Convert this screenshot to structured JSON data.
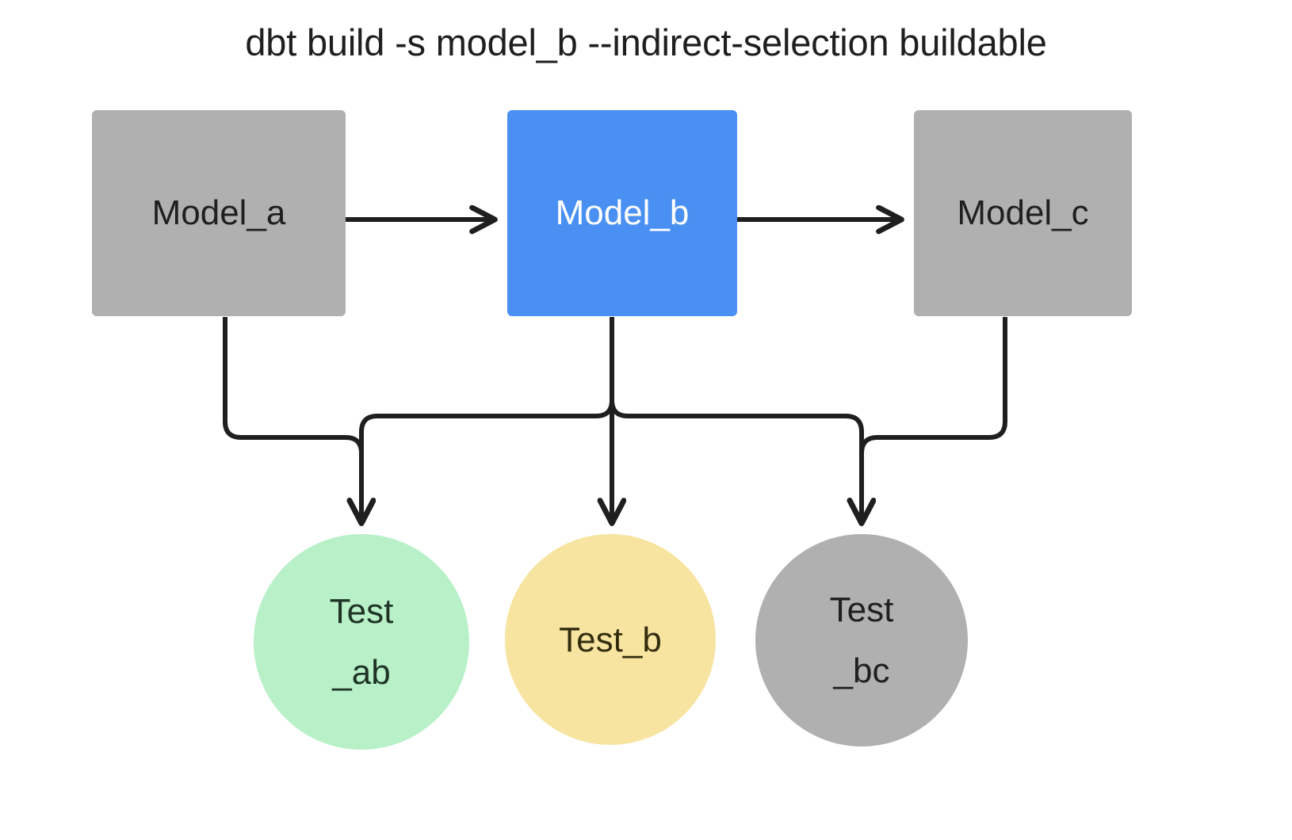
{
  "diagram": {
    "title": "dbt build -s model_b --indirect-selection buildable",
    "background": "#ffffff",
    "edge_color": "#1f1f1f",
    "nodes": [
      {
        "id": "model_a",
        "label": "Model_a",
        "shape": "rect",
        "fill": "#b0b0b0",
        "text_color": "#1f1f1f",
        "selected": false
      },
      {
        "id": "model_b",
        "label": "Model_b",
        "shape": "rect",
        "fill": "#4a90f2",
        "text_color": "#ffffff",
        "selected": true
      },
      {
        "id": "model_c",
        "label": "Model_c",
        "shape": "rect",
        "fill": "#b0b0b0",
        "text_color": "#1f1f1f",
        "selected": false
      },
      {
        "id": "test_ab",
        "label": "Test\n_ab",
        "shape": "circle",
        "fill": "#b8f0c8",
        "text_color": "#1f3326",
        "selected": false
      },
      {
        "id": "test_b",
        "label": "Test_b",
        "shape": "circle",
        "fill": "#f8e4a1",
        "text_color": "#332d10",
        "selected": false
      },
      {
        "id": "test_bc",
        "label": "Test\n_bc",
        "shape": "circle",
        "fill": "#b0b0b0",
        "text_color": "#1f1f1f",
        "selected": false
      }
    ],
    "edges": [
      {
        "from": "model_a",
        "to": "model_b",
        "kind": "horizontal-arrow"
      },
      {
        "from": "model_b",
        "to": "model_c",
        "kind": "horizontal-arrow"
      },
      {
        "from": "model_a",
        "to": "test_ab",
        "kind": "elbow-arrow"
      },
      {
        "from": "model_b",
        "to": "test_ab",
        "kind": "elbow-arrow"
      },
      {
        "from": "model_b",
        "to": "test_b",
        "kind": "straight-arrow"
      },
      {
        "from": "model_b",
        "to": "test_bc",
        "kind": "elbow-arrow"
      },
      {
        "from": "model_c",
        "to": "test_bc",
        "kind": "elbow-arrow"
      }
    ]
  }
}
